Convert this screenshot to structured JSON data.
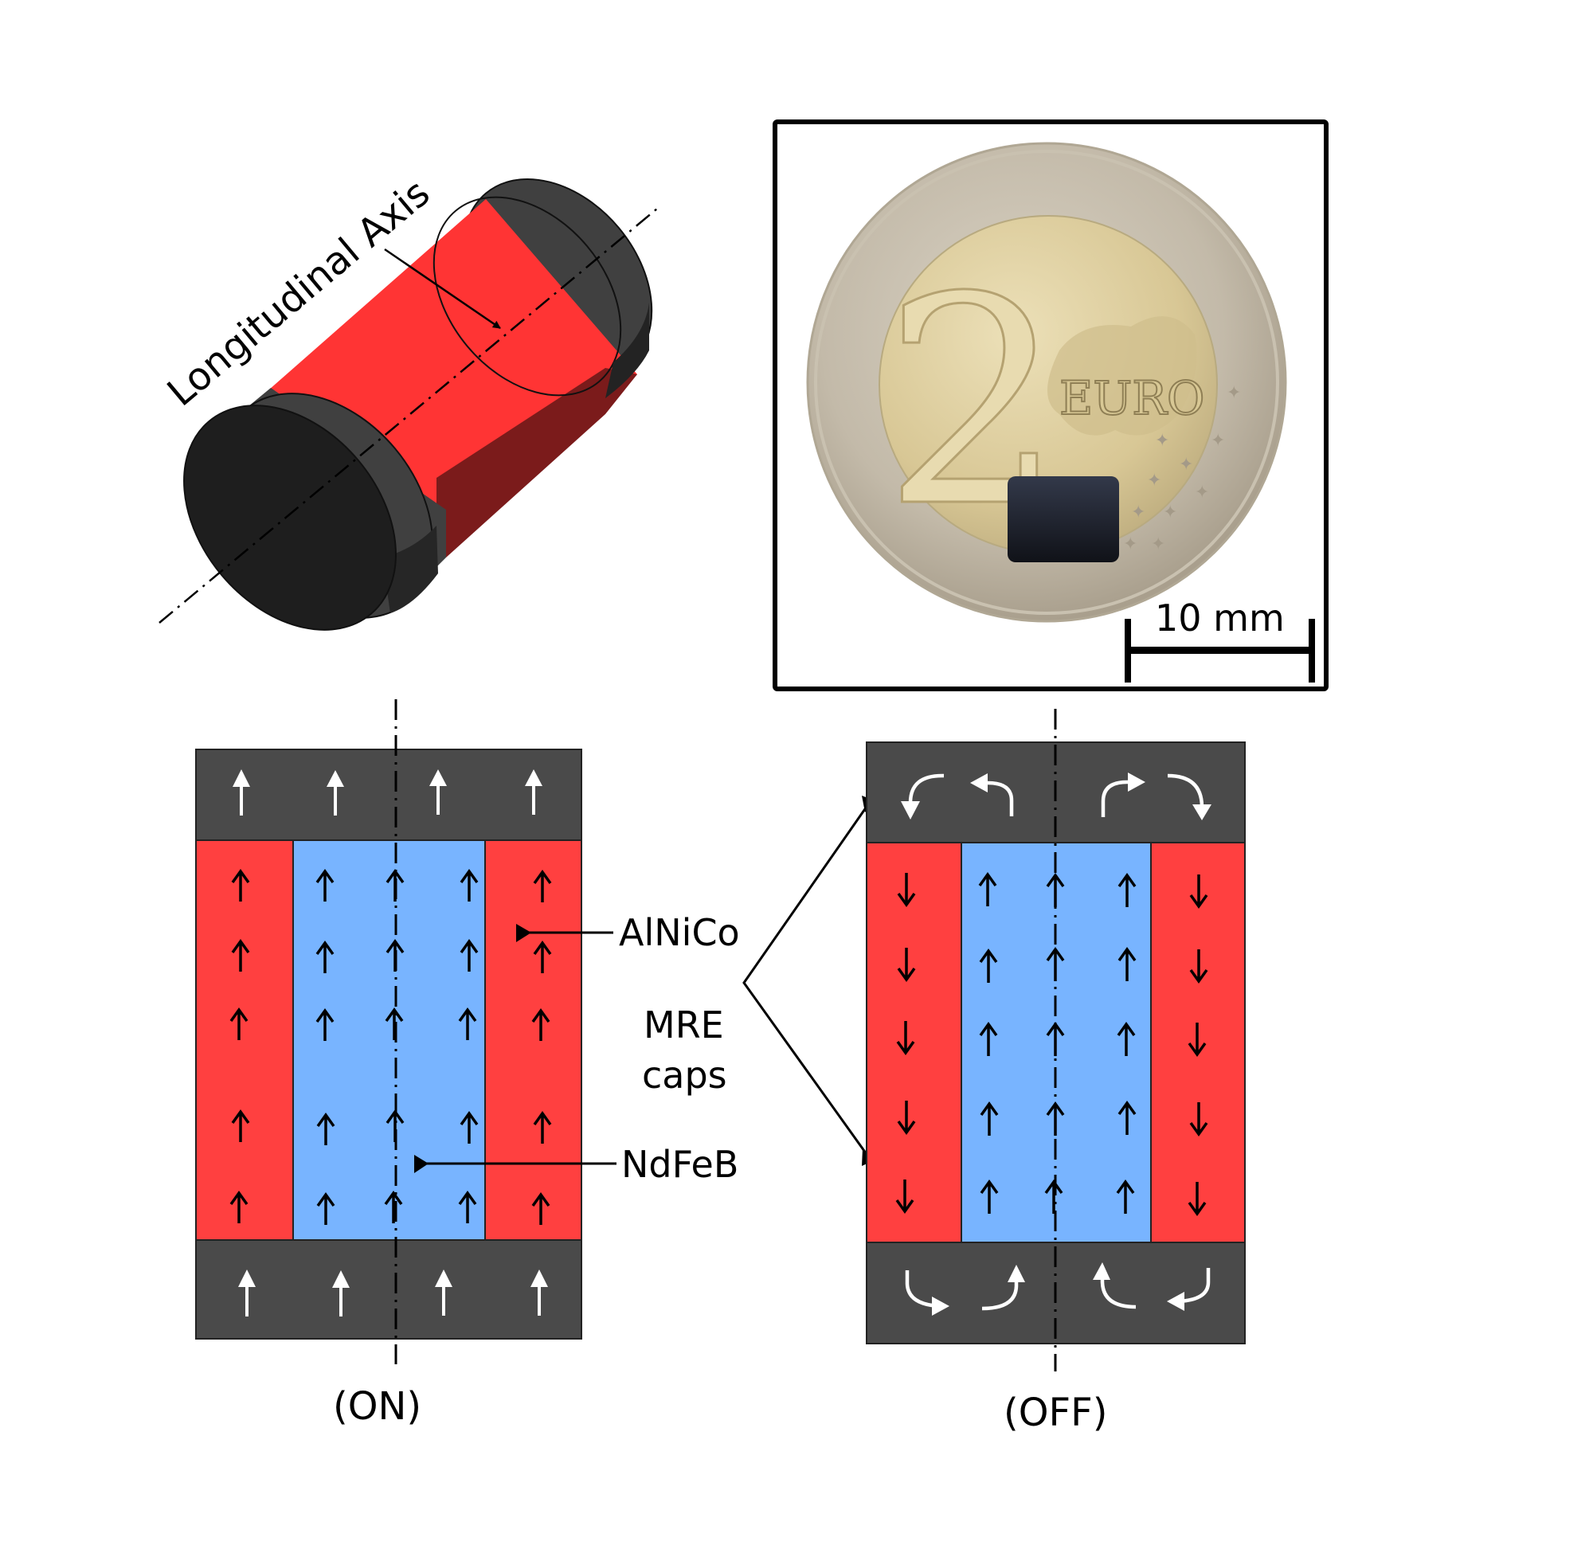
{
  "figure": {
    "isometric": {
      "axis_label": "Longitudinal Axis",
      "colors": {
        "cap_face": "#1e1e1e",
        "cap_side": "#404040",
        "cap_shade": "#232323",
        "core": "#ff3434",
        "core_shade": "#7a1a1a"
      }
    },
    "photo": {
      "scale_bar_label": "10 mm",
      "coin_text": "2 EURO"
    },
    "labels": {
      "alnico": "AlNiCo",
      "mre_line1": "MRE",
      "mre_line2": "caps",
      "ndfeb": "NdFeB"
    },
    "states": [
      {
        "id": "on",
        "caption": "(ON)",
        "alnico_direction": "up",
        "ndfeb_direction": "up",
        "cap_field": "straight-up"
      },
      {
        "id": "off",
        "caption": "(OFF)",
        "alnico_direction": "down",
        "ndfeb_direction": "up",
        "cap_field": "curved-return"
      }
    ],
    "colors": {
      "cap": "#4a4a4a",
      "alnico": "#ff4040",
      "ndfeb": "#78b4ff",
      "arrow_cap": "#ffffff",
      "arrow_core": "#000000"
    }
  }
}
